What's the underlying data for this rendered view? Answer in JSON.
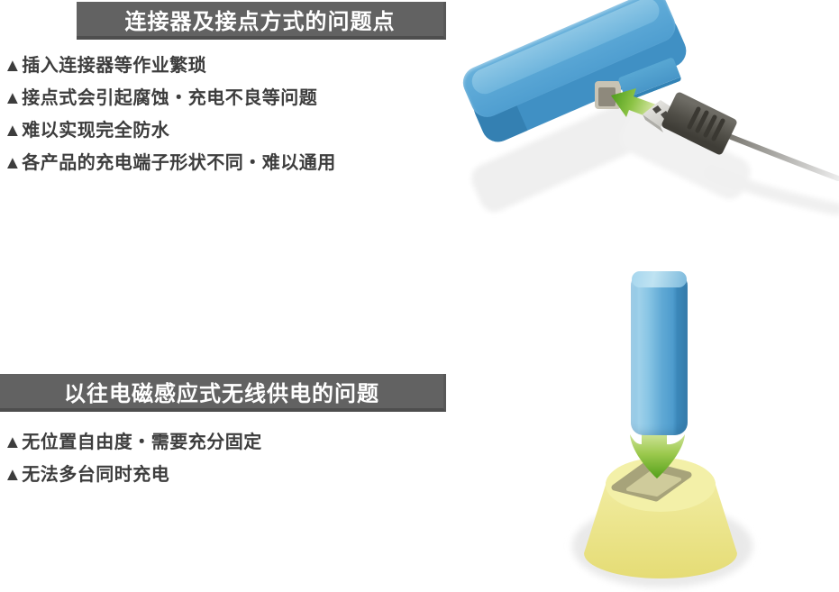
{
  "sections": [
    {
      "title": "连接器及接点方式的问题点",
      "bullets": [
        "▲插入连接器等作业繁琐",
        "▲接点式会引起腐蚀・充电不良等问题",
        "▲难以实现完全防水",
        "▲各产品的充电端子形状不同・难以通用"
      ]
    },
    {
      "title": "以往电磁感应式无线供电的问题",
      "bullets": [
        "▲无位置自由度・需要充分固定",
        "▲无法多台同时充电"
      ]
    }
  ],
  "illustrations": {
    "usb": {
      "name": "usb-plug-into-device",
      "arrow_icon": "insert-arrow-icon",
      "colors": {
        "device_blue": "#4f9ed0",
        "device_blue_dark": "#3480b2",
        "plug_body_gray": "#54524b",
        "plug_metal_gray": "#d8d7d2",
        "arrow_green": "#4d9c1b",
        "shadow_gray": "#efefef"
      }
    },
    "cradle": {
      "name": "device-onto-charging-cradle",
      "arrow_icon": "place-down-arrow-icon",
      "colors": {
        "device_blue": "#5aa6d4",
        "dock_yellow": "#ece67f",
        "dock_recess_olive": "#a7a37a",
        "arrow_green": "#54a01a",
        "shadow_gray": "#e9e9e9"
      }
    }
  },
  "theme": {
    "bar_background": "#626262",
    "bar_text": "#ffffff",
    "bullet_text": "#3d3d3d",
    "page_background": "#ffffff"
  }
}
